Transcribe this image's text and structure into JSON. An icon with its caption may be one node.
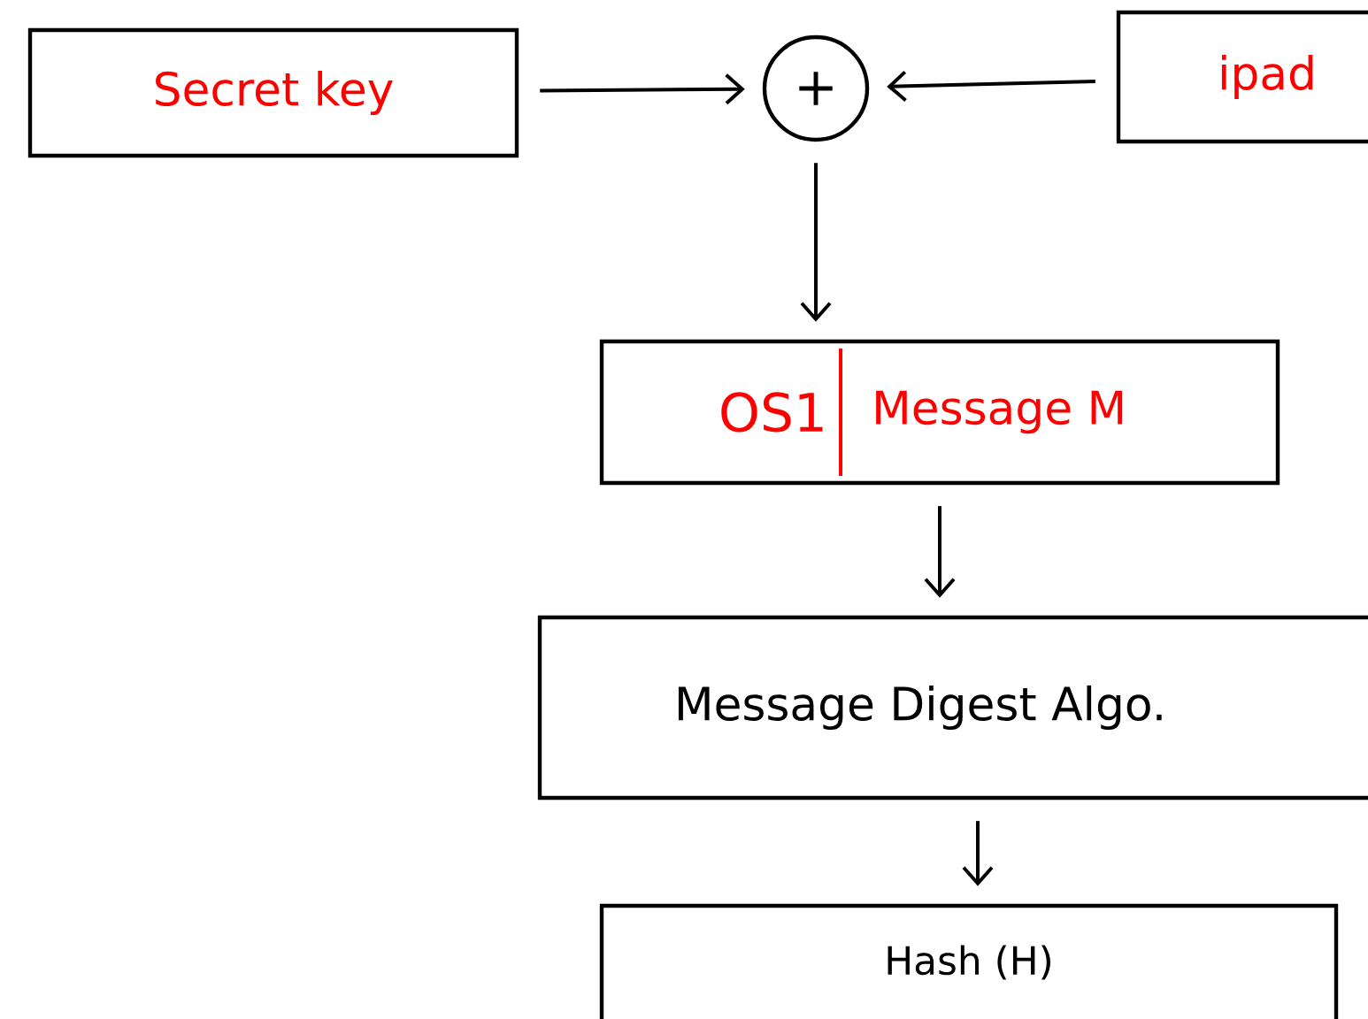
{
  "diagram": {
    "nodes": [
      {
        "text": [
          "Secret key"
        ]
      },
      {
        "text": [
          "+"
        ]
      },
      {
        "text": [
          "ipad"
        ]
      },
      {
        "text": [
          "OS1",
          "Message M"
        ]
      },
      {
        "text": [
          "Message Digest Algo."
        ]
      },
      {
        "text": [
          "Hash (H)"
        ]
      }
    ],
    "edges": [
      {
        "from": 0,
        "to": 1,
        "arrow": "to"
      },
      {
        "from": 2,
        "to": 1,
        "arrow": "to"
      },
      {
        "from": 1,
        "to": 3,
        "arrow": "to"
      },
      {
        "from": 3,
        "to": 4,
        "arrow": "to"
      },
      {
        "from": 4,
        "to": 5,
        "arrow": "to"
      }
    ]
  }
}
